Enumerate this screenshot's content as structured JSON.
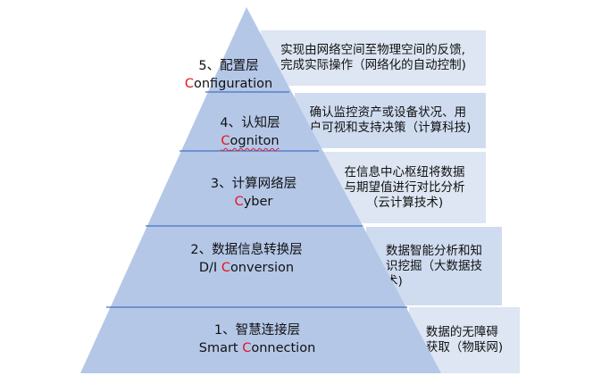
{
  "layers": [
    {
      "id": 5,
      "title_cn": "5、配置层",
      "title_en_initial": "C",
      "title_en_rest": "onfiguration",
      "description_lines": [
        "实现由网络空间至物理空间的反馈,",
        "完成实际操作（网络化的自动控制)"
      ]
    },
    {
      "id": 4,
      "title_cn": "4、认知层",
      "title_en_initial": "C",
      "title_en_rest": "ogniton",
      "description_lines": [
        "确认监控资产或设备状况、用",
        "户可视和支持决策（计算科技)"
      ]
    },
    {
      "id": 3,
      "title_cn": "3、计算网络层",
      "title_en_initial": "C",
      "title_en_rest": "yber",
      "description_lines": [
        "在信息中心枢纽将数据",
        "与期望值进行对比分析",
        "（云计算技术)"
      ]
    },
    {
      "id": 2,
      "title_cn": "2、数据信息转换层",
      "title_en_prefix": "D/I ",
      "title_en_initial": "C",
      "title_en_rest": "onversion",
      "description_lines": [
        "数据智能分析和知",
        "识挖掘（大数据技",
        "术)"
      ]
    },
    {
      "id": 1,
      "title_cn": "1、智慧连接层",
      "title_en_prefix": "Smart ",
      "title_en_initial": "C",
      "title_en_rest": "onnection",
      "description_lines": [
        "数据的无障碍",
        "获取（物联网)"
      ]
    }
  ],
  "colors": {
    "pyramid_fill": "#b4c7e7",
    "divider": "#4472c4",
    "highlight_letter": "#e4161b",
    "description_bg": "#dce7f4"
  }
}
